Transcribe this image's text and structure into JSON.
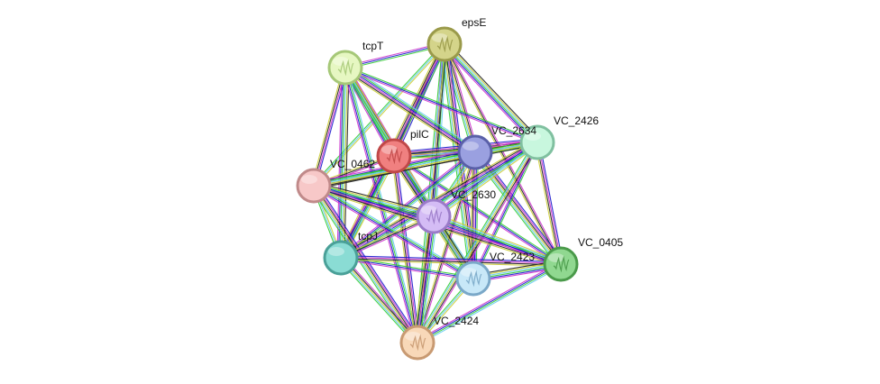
{
  "network": {
    "nodes": [
      {
        "id": "epsE",
        "label": "epsE",
        "color": "#d4d48a",
        "border": "#9a9a4a",
        "has_structure": true
      },
      {
        "id": "tcpT",
        "label": "tcpT",
        "color": "#e6f7c2",
        "border": "#a6c878",
        "has_structure": true
      },
      {
        "id": "pilC",
        "label": "pilC",
        "color": "#f08080",
        "border": "#c04848",
        "has_structure": true
      },
      {
        "id": "VC_2634",
        "label": "VC_2634",
        "color": "#9aa0e0",
        "border": "#5a60a8",
        "has_structure": false
      },
      {
        "id": "VC_2426",
        "label": "VC_2426",
        "color": "#c8f7de",
        "border": "#80c0a0",
        "has_structure": false
      },
      {
        "id": "VC_0462",
        "label": "VC_0462",
        "color": "#f7c8c8",
        "border": "#c08a8a",
        "has_structure": false
      },
      {
        "id": "VC_2630",
        "label": "VC_2630",
        "color": "#d4bcf5",
        "border": "#9a7ac8",
        "has_structure": true
      },
      {
        "id": "tcpJ",
        "label": "tcpJ",
        "color": "#8adcd4",
        "border": "#4aa098",
        "has_structure": false
      },
      {
        "id": "VC_2423",
        "label": "VC_2423",
        "color": "#c8e8f8",
        "border": "#7aa8c8",
        "has_structure": true
      },
      {
        "id": "VC_0405",
        "label": "VC_0405",
        "color": "#90d890",
        "border": "#4a9a4a",
        "has_structure": true
      },
      {
        "id": "VC_2424",
        "label": "VC_2424",
        "color": "#f8d8b8",
        "border": "#c89a72",
        "has_structure": true
      }
    ],
    "edge_colors": [
      "#33cc33",
      "#1a1acc",
      "#cc33cc",
      "#222222",
      "#cccc33",
      "#66ccee"
    ],
    "edges": [
      [
        "epsE",
        "tcpT"
      ],
      [
        "epsE",
        "pilC"
      ],
      [
        "epsE",
        "VC_2634"
      ],
      [
        "epsE",
        "VC_2426"
      ],
      [
        "epsE",
        "VC_0462"
      ],
      [
        "epsE",
        "VC_2630"
      ],
      [
        "epsE",
        "tcpJ"
      ],
      [
        "epsE",
        "VC_2423"
      ],
      [
        "epsE",
        "VC_0405"
      ],
      [
        "epsE",
        "VC_2424"
      ],
      [
        "tcpT",
        "pilC"
      ],
      [
        "tcpT",
        "VC_2634"
      ],
      [
        "tcpT",
        "VC_2426"
      ],
      [
        "tcpT",
        "VC_0462"
      ],
      [
        "tcpT",
        "VC_2630"
      ],
      [
        "tcpT",
        "tcpJ"
      ],
      [
        "tcpT",
        "VC_2423"
      ],
      [
        "tcpT",
        "VC_2424"
      ],
      [
        "pilC",
        "VC_2634"
      ],
      [
        "pilC",
        "VC_2426"
      ],
      [
        "pilC",
        "VC_0462"
      ],
      [
        "pilC",
        "VC_2630"
      ],
      [
        "pilC",
        "tcpJ"
      ],
      [
        "pilC",
        "VC_2423"
      ],
      [
        "pilC",
        "VC_0405"
      ],
      [
        "pilC",
        "VC_2424"
      ],
      [
        "VC_2634",
        "VC_2426"
      ],
      [
        "VC_2634",
        "VC_0462"
      ],
      [
        "VC_2634",
        "VC_2630"
      ],
      [
        "VC_2634",
        "tcpJ"
      ],
      [
        "VC_2634",
        "VC_2423"
      ],
      [
        "VC_2634",
        "VC_0405"
      ],
      [
        "VC_2634",
        "VC_2424"
      ],
      [
        "VC_2426",
        "VC_0462"
      ],
      [
        "VC_2426",
        "VC_2630"
      ],
      [
        "VC_2426",
        "tcpJ"
      ],
      [
        "VC_2426",
        "VC_2423"
      ],
      [
        "VC_2426",
        "VC_0405"
      ],
      [
        "VC_2426",
        "VC_2424"
      ],
      [
        "VC_0462",
        "VC_2630"
      ],
      [
        "VC_0462",
        "tcpJ"
      ],
      [
        "VC_0462",
        "VC_2423"
      ],
      [
        "VC_0462",
        "VC_0405"
      ],
      [
        "VC_0462",
        "VC_2424"
      ],
      [
        "VC_2630",
        "tcpJ"
      ],
      [
        "VC_2630",
        "VC_2423"
      ],
      [
        "VC_2630",
        "VC_0405"
      ],
      [
        "VC_2630",
        "VC_2424"
      ],
      [
        "tcpJ",
        "VC_2423"
      ],
      [
        "tcpJ",
        "VC_0405"
      ],
      [
        "tcpJ",
        "VC_2424"
      ],
      [
        "VC_2423",
        "VC_0405"
      ],
      [
        "VC_2423",
        "VC_2424"
      ],
      [
        "VC_0405",
        "VC_2424"
      ]
    ]
  }
}
